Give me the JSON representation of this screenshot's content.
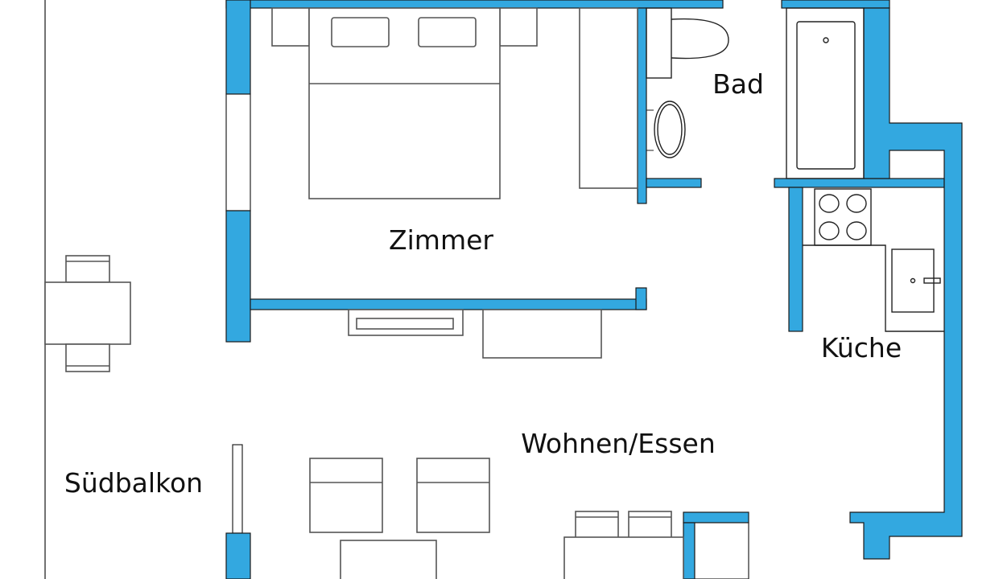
{
  "rooms": {
    "bedroom": "Zimmer",
    "bathroom": "Bad",
    "kitchen": "Küche",
    "living_dining": "Wohnen/Essen",
    "balcony": "Südbalkon"
  },
  "colors": {
    "wall": "#33a8e0",
    "line": "#555555",
    "background": "#ffffff"
  }
}
